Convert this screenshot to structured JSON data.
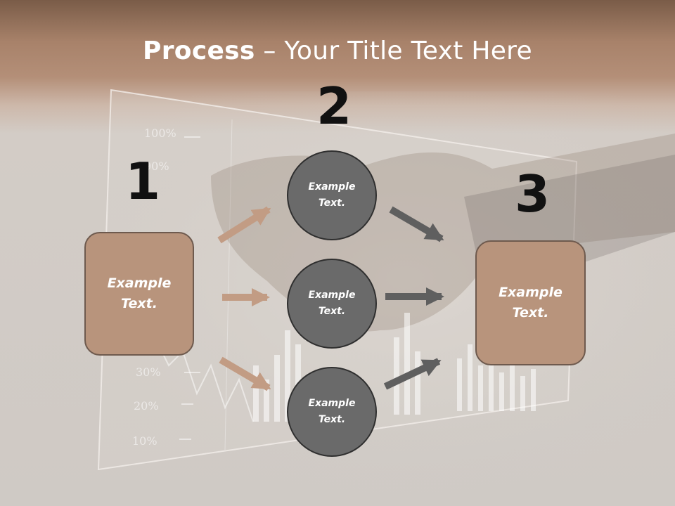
{
  "title": {
    "bold": "Process",
    "rest": " – Your Title Text Here"
  },
  "steps": [
    {
      "number": "1",
      "text": "Example\nText."
    },
    {
      "number": "2",
      "circles": [
        {
          "text": "Example\nText."
        },
        {
          "text": "Example\nText."
        },
        {
          "text": "Example\nText."
        }
      ]
    },
    {
      "number": "3",
      "text": "Example\nText."
    }
  ],
  "background": {
    "chart_labels": [
      "100%",
      "90%",
      "30%",
      "20%",
      "10%"
    ]
  },
  "colors": {
    "box_fill": "#b8947c",
    "circle_fill": "#6a6a6a",
    "tan_arrow": "#c29c84",
    "gray_arrow": "#5f5f5f"
  }
}
